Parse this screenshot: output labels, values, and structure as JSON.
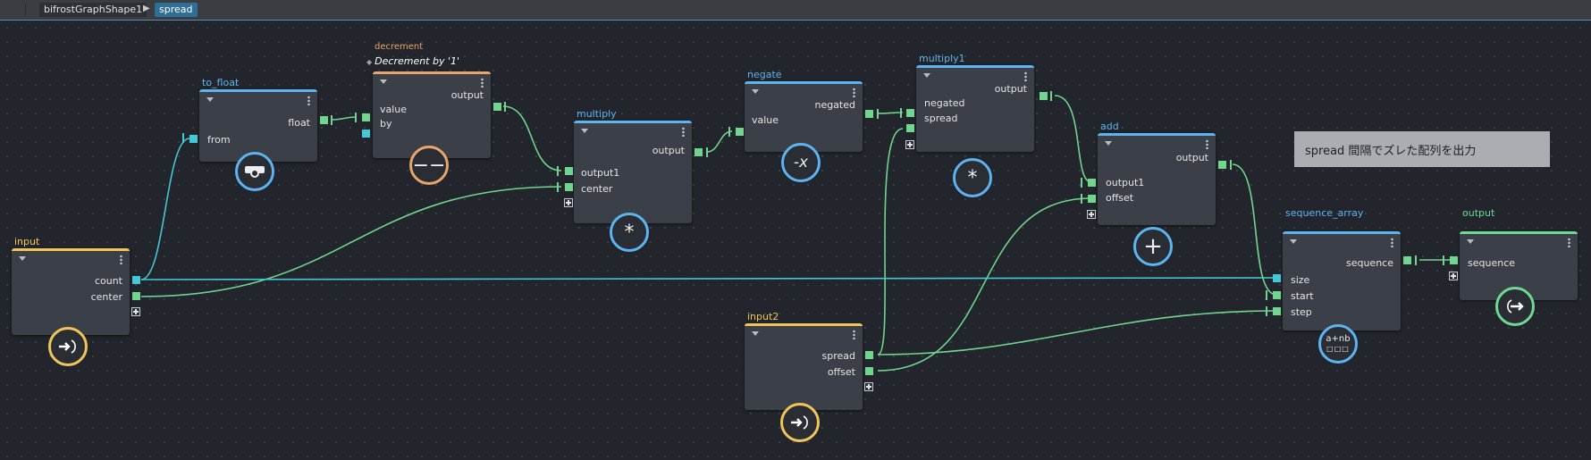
{
  "breadcrumb": [
    "bifrostGraphShape1",
    "spread"
  ],
  "comment": "spread 間隔でズレた配列を出力",
  "colors": {
    "background": "#22252b",
    "header_blue": "#5db4f0",
    "header_yellow": "#f0c65a",
    "header_orange": "#e9a66a",
    "header_green": "#6fd894",
    "port_green": "#72d58f",
    "port_cyan": "#45c8d6"
  },
  "nodes": {
    "input": {
      "title": "input",
      "ports": [
        "count",
        "center"
      ],
      "icon": "input-arrow-icon"
    },
    "to_float": {
      "title": "to_float",
      "in": "from",
      "out": "float",
      "icon": "camera-icon"
    },
    "decrement": {
      "title": "decrement",
      "subtitle": "Decrement by '1'",
      "in": [
        "value",
        "by"
      ],
      "out": "output",
      "icon_text": "−−"
    },
    "multiply": {
      "title": "multiply",
      "in": [
        "output1",
        "center"
      ],
      "out": "output",
      "icon_text": "*"
    },
    "negate": {
      "title": "negate",
      "in": "value",
      "out": "negated",
      "icon_text": "-x"
    },
    "multiply1": {
      "title": "multiply1",
      "in": [
        "negated",
        "spread"
      ],
      "out": "output",
      "icon_text": "*"
    },
    "add": {
      "title": "add",
      "in": [
        "output1",
        "offset"
      ],
      "out": "output",
      "icon_text": "+"
    },
    "input2": {
      "title": "input2",
      "ports": [
        "spread",
        "offset"
      ],
      "icon": "input-arrow-icon"
    },
    "sequence_array": {
      "title": "sequence_array",
      "in": [
        "size",
        "start",
        "step"
      ],
      "out": "sequence",
      "icon_text": "a+nb"
    },
    "output": {
      "title": "output",
      "in": "sequence",
      "icon": "output-arrow-icon"
    }
  }
}
